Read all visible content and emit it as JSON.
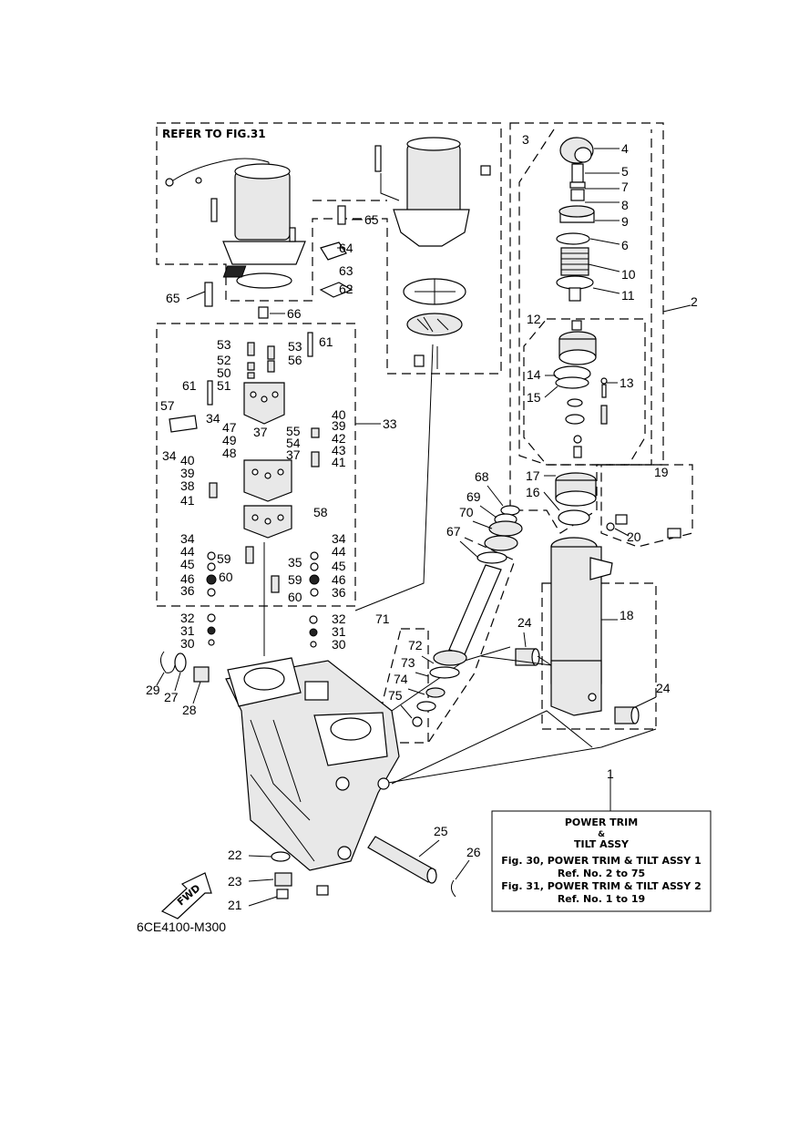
{
  "refer_note": "REFER TO FIG.31",
  "drawing_code": "6CE4100-M300",
  "fwd_label": "FWD",
  "info_box": {
    "index": "1",
    "title_line1": "POWER TRIM",
    "title_line2": "&",
    "title_line3": "TILT ASSY",
    "ref1": "Fig. 30, POWER TRIM & TILT ASSY 1",
    "ref1_range": "Ref. No. 2 to 75",
    "ref2": "Fig. 31, POWER TRIM & TILT ASSY 2",
    "ref2_range": "Ref. No. 1 to 19"
  },
  "callouts": {
    "c2": "2",
    "c3": "3",
    "c4": "4",
    "c5": "5",
    "c7": "7",
    "c8": "8",
    "c9": "9",
    "c6": "6",
    "c10": "10",
    "c11": "11",
    "c12": "12",
    "c13": "13",
    "c14": "14",
    "c15": "15",
    "c17": "17",
    "c16": "16",
    "c19": "19",
    "c20": "20",
    "c18": "18",
    "c24a": "24",
    "c24b": "24",
    "c65a": "65",
    "c64": "64",
    "c63": "63",
    "c62": "62",
    "c65b": "65",
    "c66": "66",
    "c53a": "53",
    "c52": "52",
    "c50": "50",
    "c51": "51",
    "c53b": "53",
    "c56": "56",
    "c61a": "61",
    "c61b": "61",
    "c57": "57",
    "c34a": "34",
    "c47": "47",
    "c37a": "37",
    "c55": "55",
    "c40a": "40",
    "c39a": "39",
    "c33": "33",
    "c49": "49",
    "c54": "54",
    "c42": "42",
    "c48": "48",
    "c37b": "37",
    "c43": "43",
    "c34b": "34",
    "c41a": "41",
    "c40b": "40",
    "c39b": "39",
    "c38": "38",
    "c41b": "41",
    "c58": "58",
    "c34c": "34",
    "c44a": "44",
    "c45a": "45",
    "c59a": "59",
    "c35": "35",
    "c34d": "34",
    "c44b": "44",
    "c45b": "45",
    "c46a": "46",
    "c60a": "60",
    "c59b": "59",
    "c46b": "46",
    "c36a": "36",
    "c60b": "60",
    "c36b": "36",
    "c32a": "32",
    "c31a": "31",
    "c30a": "30",
    "c32b": "32",
    "c31b": "31",
    "c30b": "30",
    "c68": "68",
    "c69": "69",
    "c70": "70",
    "c67": "67",
    "c71": "71",
    "c72": "72",
    "c73": "73",
    "c74": "74",
    "c75": "75",
    "c29": "29",
    "c27": "27",
    "c28": "28",
    "c25": "25",
    "c26": "26",
    "c22": "22",
    "c23": "23",
    "c21": "21"
  }
}
